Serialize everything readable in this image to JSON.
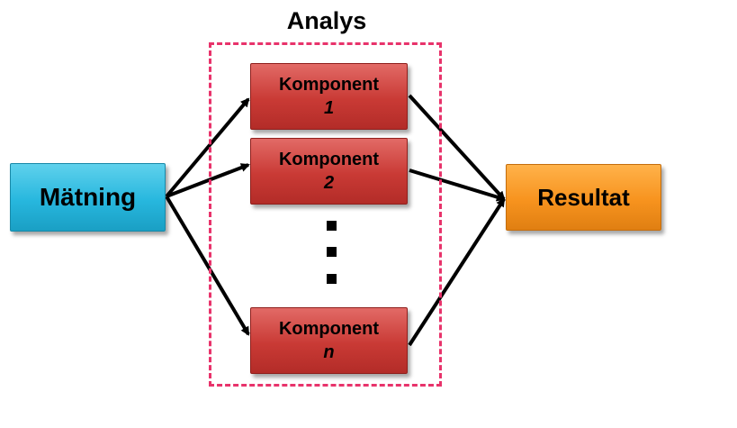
{
  "diagram": {
    "title": "Analys",
    "measurement_label": "Mätning",
    "result_label": "Resultat",
    "components": [
      {
        "label": "Komponent",
        "index": "1"
      },
      {
        "label": "Komponent",
        "index": "2"
      },
      {
        "label": "Komponent",
        "index": "n"
      }
    ],
    "colors": {
      "frame": "#e8336b",
      "measurement": "#27b7de",
      "result": "#f7931e",
      "component": "#c93a35",
      "arrow": "#000000"
    }
  }
}
